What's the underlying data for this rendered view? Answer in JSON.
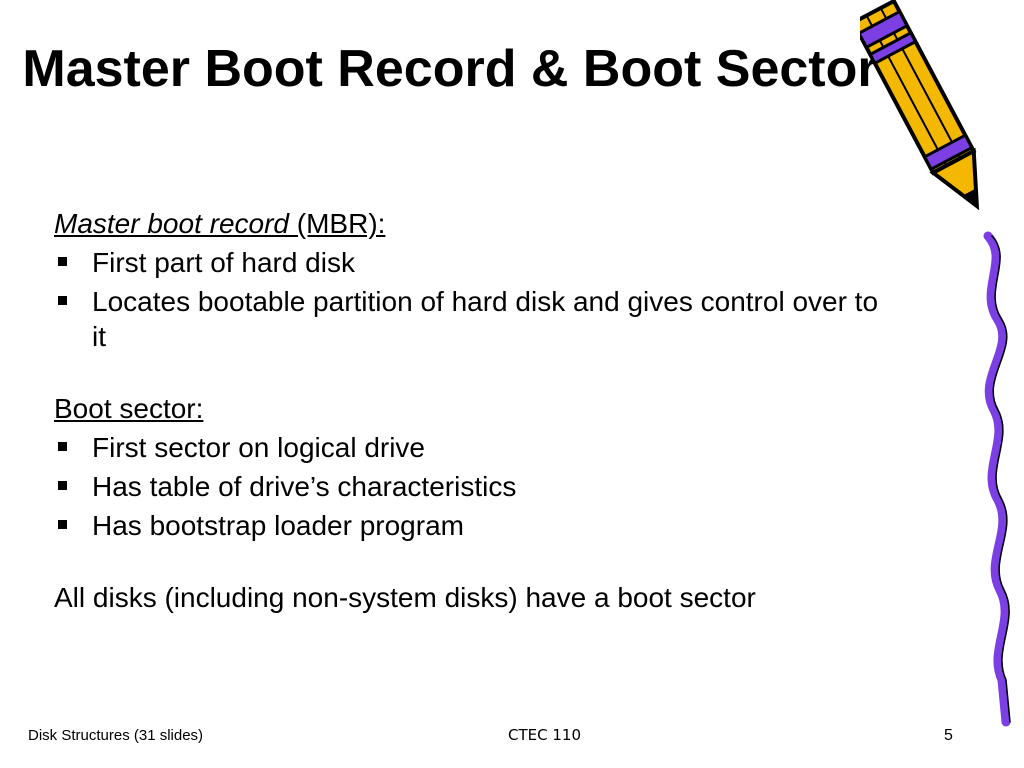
{
  "slide": {
    "title": "Master Boot Record & Boot Sector",
    "mbr": {
      "heading_italic": "Master boot record",
      "heading_rest": " (MBR):",
      "bullets": [
        "First part of hard disk",
        "Locates bootable partition of hard disk and gives control over to it"
      ]
    },
    "boot_sector": {
      "heading": "Boot sector:",
      "bullets": [
        "First sector on logical drive",
        "Has table of drive’s characteristics",
        "Has bootstrap loader program"
      ]
    },
    "closing": "All disks (including non-system disks) have a boot sector"
  },
  "footer": {
    "left": "Disk Structures (31 slides)",
    "center": "CTEC 110",
    "page_number": "5"
  },
  "decoration": {
    "icon": "pencil-icon",
    "colors": {
      "body": "#F5B800",
      "stripes": "#7B3FE4",
      "outline": "#000000"
    }
  }
}
